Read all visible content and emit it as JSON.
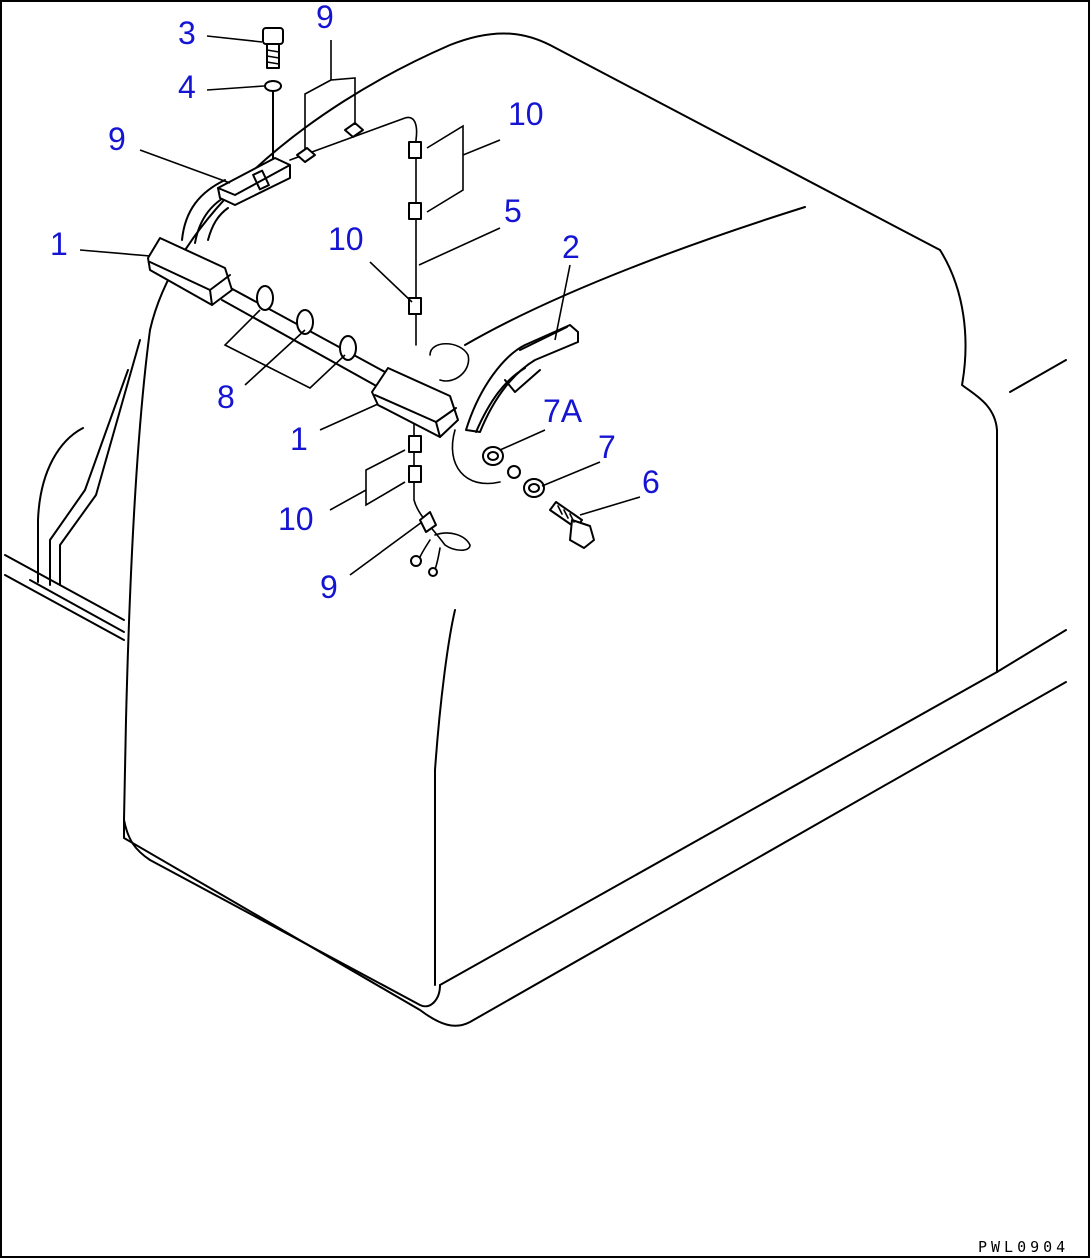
{
  "callouts": {
    "c1a": "1",
    "c1b": "1",
    "c2": "2",
    "c3": "3",
    "c4": "4",
    "c5": "5",
    "c6": "6",
    "c7": "7",
    "c7a": "7A",
    "c8": "8",
    "c9a": "9",
    "c9b": "9",
    "c9c": "9",
    "c10a": "10",
    "c10b": "10",
    "c10c": "10"
  },
  "drawing_code": "PWL0904",
  "colors": {
    "callout": "#1414d2",
    "line": "#000000",
    "background": "#ffffff"
  }
}
